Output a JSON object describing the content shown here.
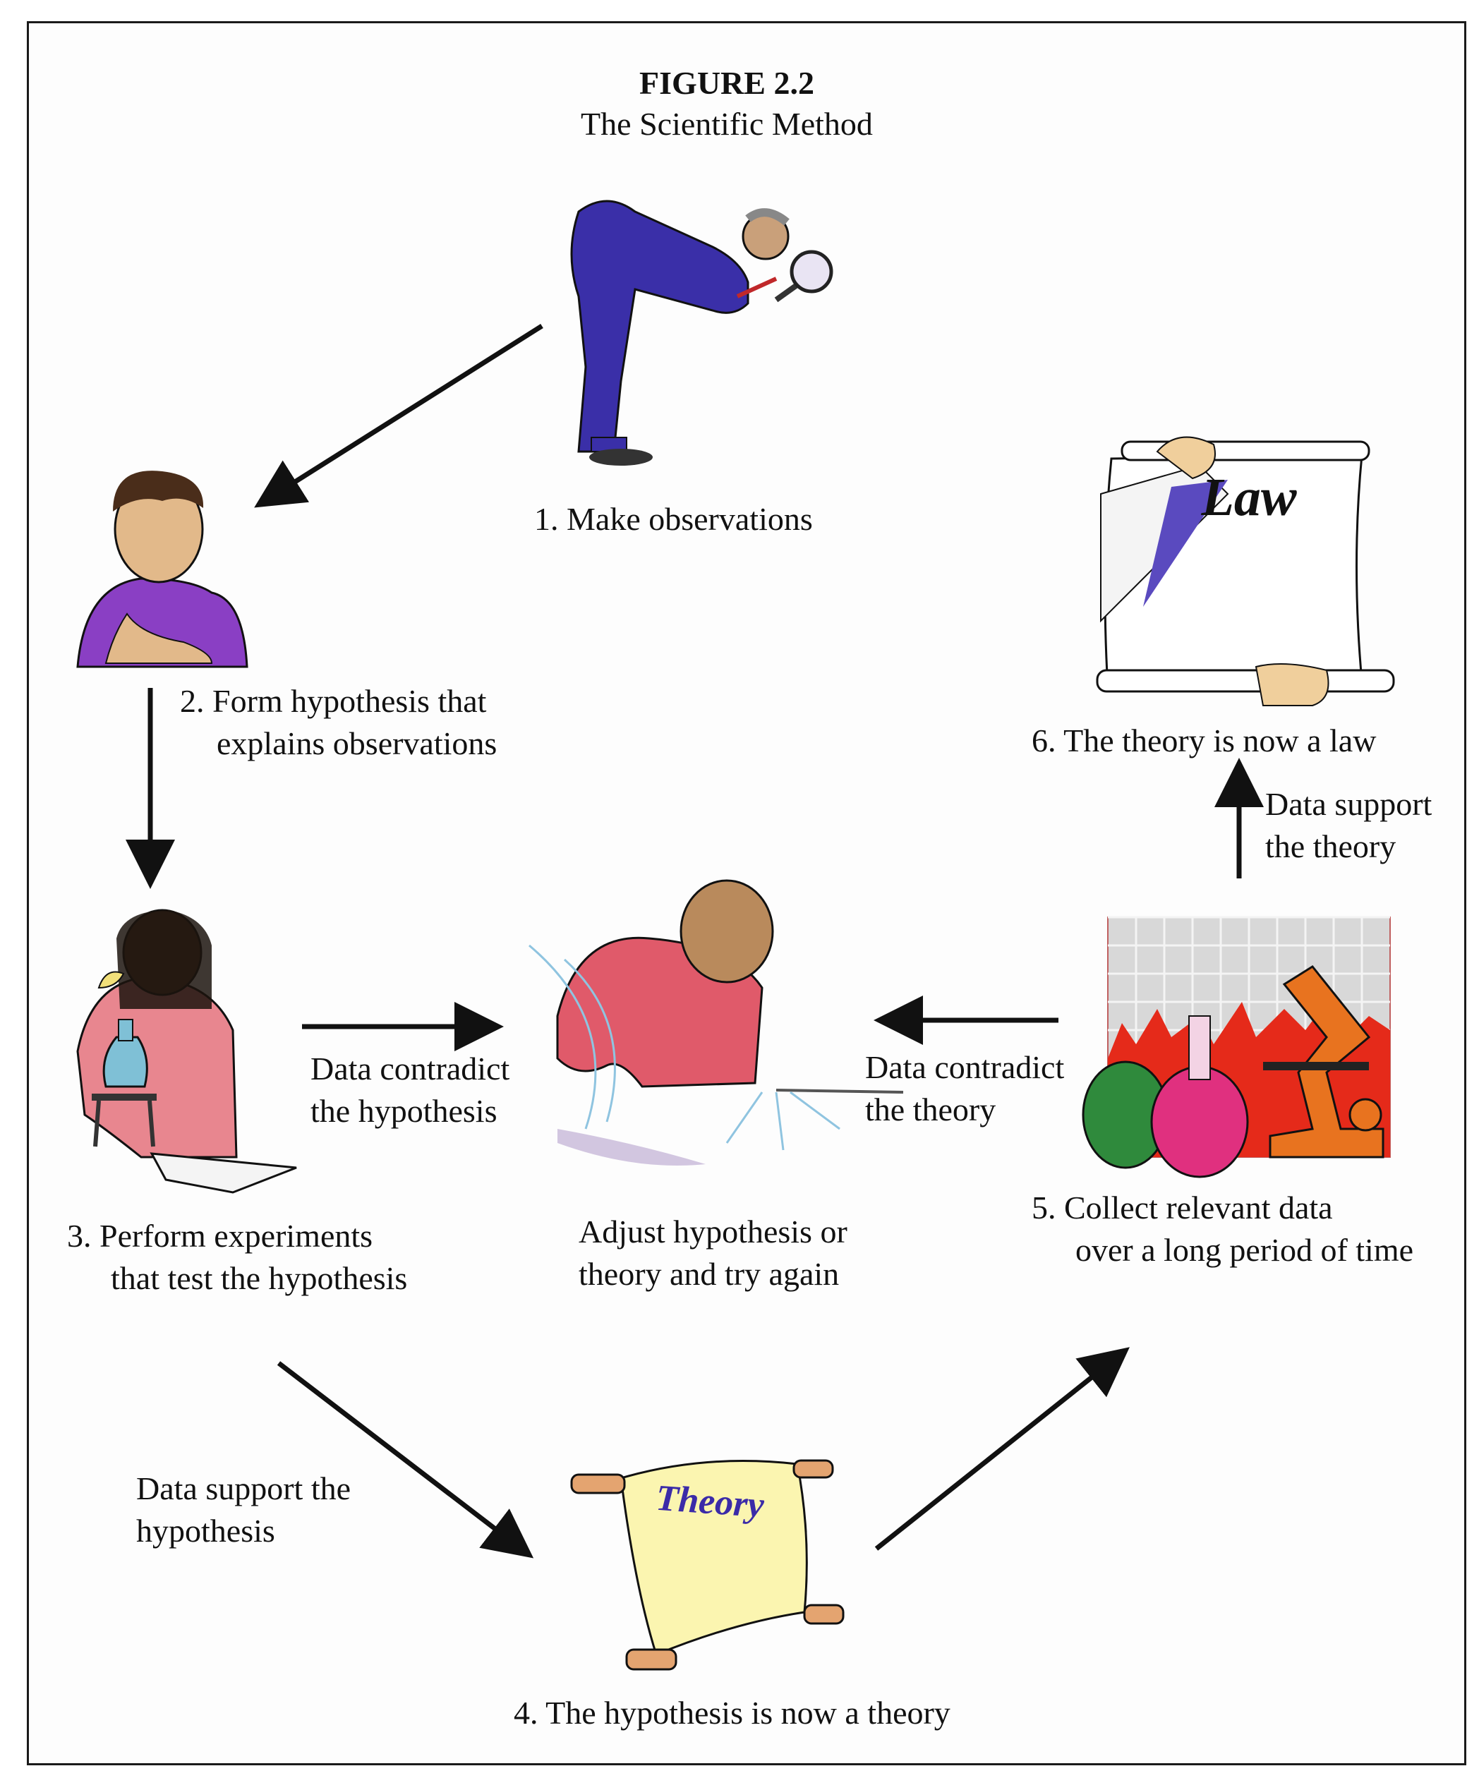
{
  "figure": {
    "label": "FIGURE 2.2",
    "title": "The Scientific Method"
  },
  "steps": {
    "observe": "1.  Make observations",
    "hypothesis_line1": "2.  Form hypothesis that",
    "hypothesis_line2": "explains observations",
    "experiment_line1": "3.  Perform experiments",
    "experiment_line2": "that test the hypothesis",
    "theory": "4.  The hypothesis is now a theory",
    "collect_line1": "5.  Collect relevant data",
    "collect_line2": "over a long period of time",
    "law": "6.  The theory is now a law"
  },
  "adjust": {
    "line1": "Adjust hypothesis or",
    "line2": "theory and try again"
  },
  "transitions": {
    "contradict_hypothesis_line1": "Data contradict",
    "contradict_hypothesis_line2": "the hypothesis",
    "contradict_theory_line1": "Data contradict",
    "contradict_theory_line2": "the theory",
    "support_hypothesis_line1": "Data support the",
    "support_hypothesis_line2": "hypothesis",
    "support_theory_line1": "Data support",
    "support_theory_line2": "the theory"
  },
  "scroll_words": {
    "theory": "Theory",
    "law": "Law"
  },
  "colors": {
    "ink": "#111111",
    "scientist_suit": "#3a2fa8",
    "thinker_shirt": "#8a3fc4",
    "experimenter_shirt": "#e8868f",
    "adjuster_shirt": "#e05a6a",
    "theory_scroll": "#fbf5b0",
    "lab_background_red": "#e52a1a",
    "microscope_orange": "#e8731f"
  }
}
